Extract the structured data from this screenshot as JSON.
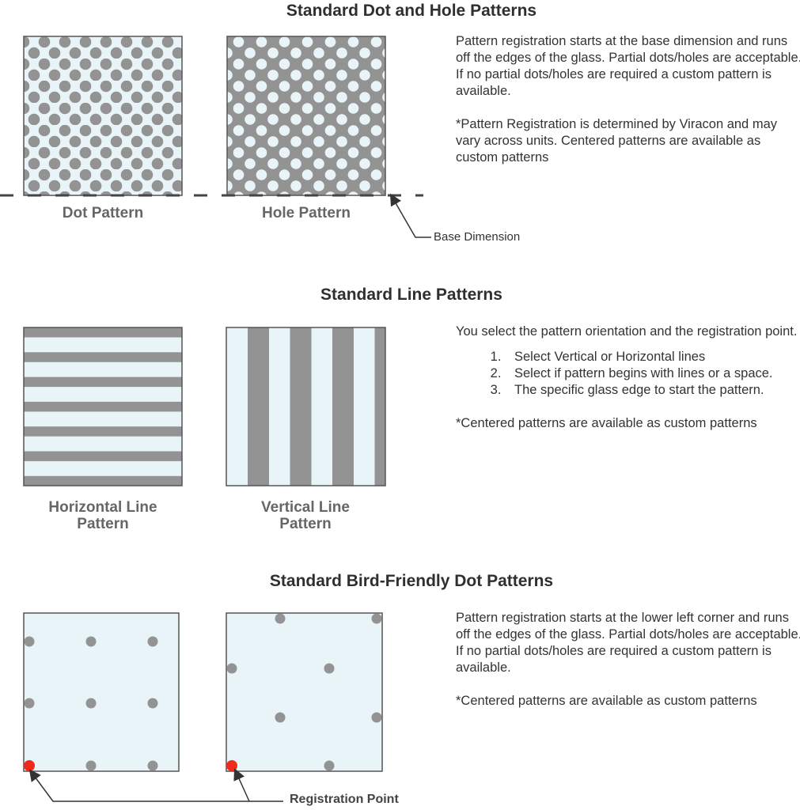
{
  "sections": {
    "dot_hole": {
      "title": "Standard Dot and Hole Patterns",
      "labels": [
        "Dot Pattern",
        "Hole Pattern"
      ],
      "callout": "Base Dimension",
      "paragraphs": [
        "Pattern registration starts at the base dimension and runs off the edges of the glass. Partial dots/holes are acceptable. If no partial dots/holes are required a custom pattern is available.",
        "*Pattern Registration is determined by Viracon and may vary across units.  Centered patterns are available as custom patterns"
      ]
    },
    "line": {
      "title": "Standard Line Patterns",
      "labels": [
        "Horizontal Line Pattern",
        "Vertical Line Pattern"
      ],
      "intro": "You select the pattern orientation and the registration point.",
      "steps": [
        "Select Vertical or Horizontal lines",
        "Select if pattern begins with lines or a space.",
        "The specific glass edge to start the pattern."
      ],
      "note": "*Centered patterns are available as custom patterns"
    },
    "bird": {
      "title": "Standard Bird-Friendly Dot Patterns",
      "callout": "Registration Point",
      "paragraphs": [
        "Pattern registration starts at the lower left corner and runs off the edges of the glass. Partial dots/holes are acceptable. If no partial dots/holes are required a custom pattern is available.",
        "*Centered patterns are available as custom patterns"
      ]
    }
  },
  "colors": {
    "glass": "#e8f4f8",
    "pattern": "#939393",
    "registration": "#f02a1a",
    "outline": "#555555"
  }
}
